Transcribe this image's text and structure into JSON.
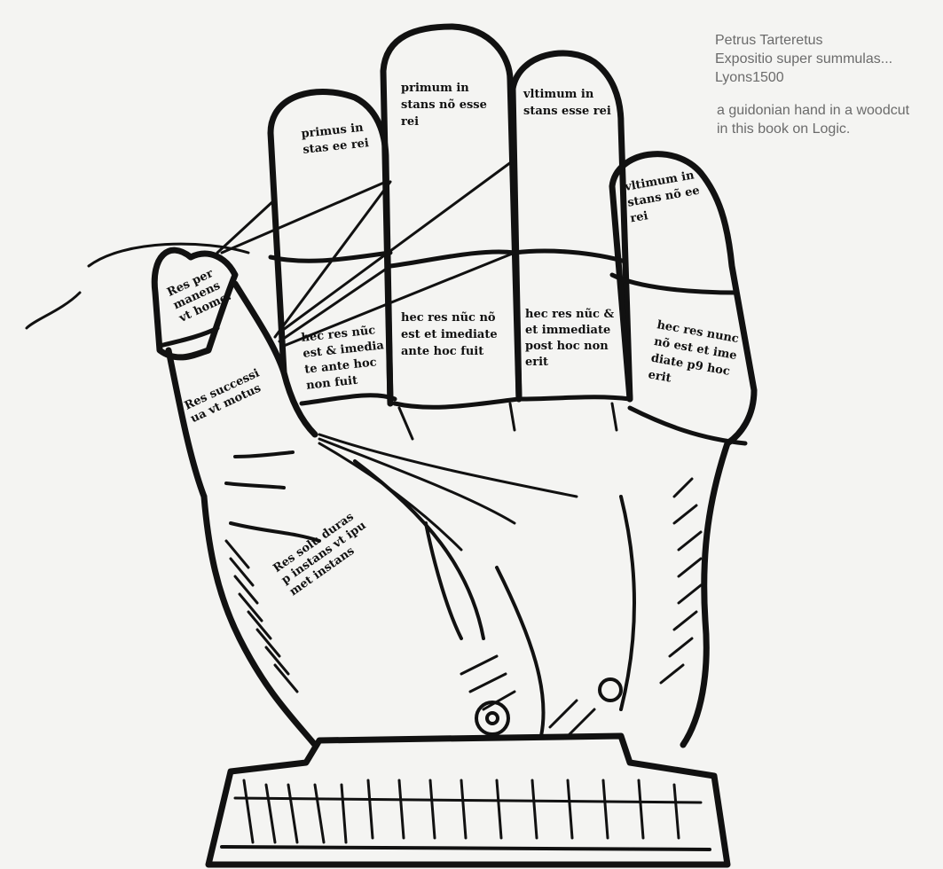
{
  "caption": {
    "line1": "Petrus Tarteretus",
    "line2": "Expositio super summulas...",
    "line3": "Lyons1500"
  },
  "note": {
    "line1": "a guidonian hand in a woodcut",
    "line2": "in this book on Logic."
  },
  "woodcut": {
    "thumb_tip": [
      "Res per",
      "manens",
      "vt homo."
    ],
    "thumb_mid": [
      "Res successi",
      "ua vt motus"
    ],
    "palm": [
      "Res solu duras",
      "p instans vt ipu",
      "met instans"
    ],
    "index_tip": [
      "primus in",
      "stas ee rei"
    ],
    "index_mid": [
      "hec res nũc",
      "est & imedia",
      "te ante hoc",
      "non fuit"
    ],
    "middle_tip": [
      "primum in",
      "stans nõ esse",
      "rei"
    ],
    "middle_mid": [
      "hec res nũc nõ",
      "est et imediate",
      "ante hoc fuit"
    ],
    "ring_tip": [
      "vltimum in",
      "stans esse rei"
    ],
    "ring_mid": [
      "hec res nũc &",
      "et immediate",
      "post hoc non",
      "erit"
    ],
    "little_tip": [
      "vltimum in",
      "stans nõ ee",
      "rei"
    ],
    "little_mid": [
      "hec res nunc",
      "nõ est et ime",
      "diate p9 hoc",
      "erit"
    ]
  }
}
